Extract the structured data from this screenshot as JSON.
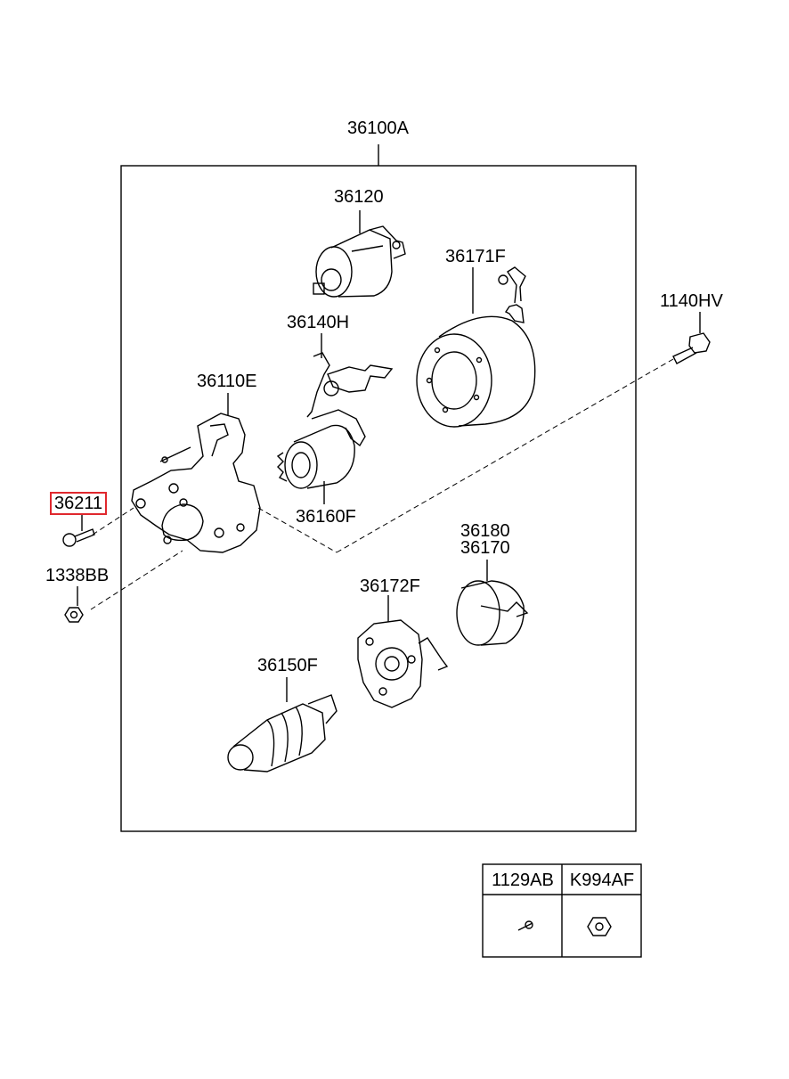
{
  "diagram": {
    "assembly_label": "36100A",
    "parts": {
      "solenoid": "36120",
      "yoke": "36171F",
      "bolt_right": "1140HV",
      "lever": "36140H",
      "housing": "36110E",
      "highlighted_bolt": "36211",
      "clutch": "36160F",
      "nut_left": "1338BB",
      "cover_1": "36180",
      "cover_2": "36170",
      "brush_holder": "36172F",
      "armature": "36150F"
    },
    "legend_table": {
      "col1": "1129AB",
      "col2": "K994AF"
    },
    "highlight_color": "#e0282e"
  }
}
